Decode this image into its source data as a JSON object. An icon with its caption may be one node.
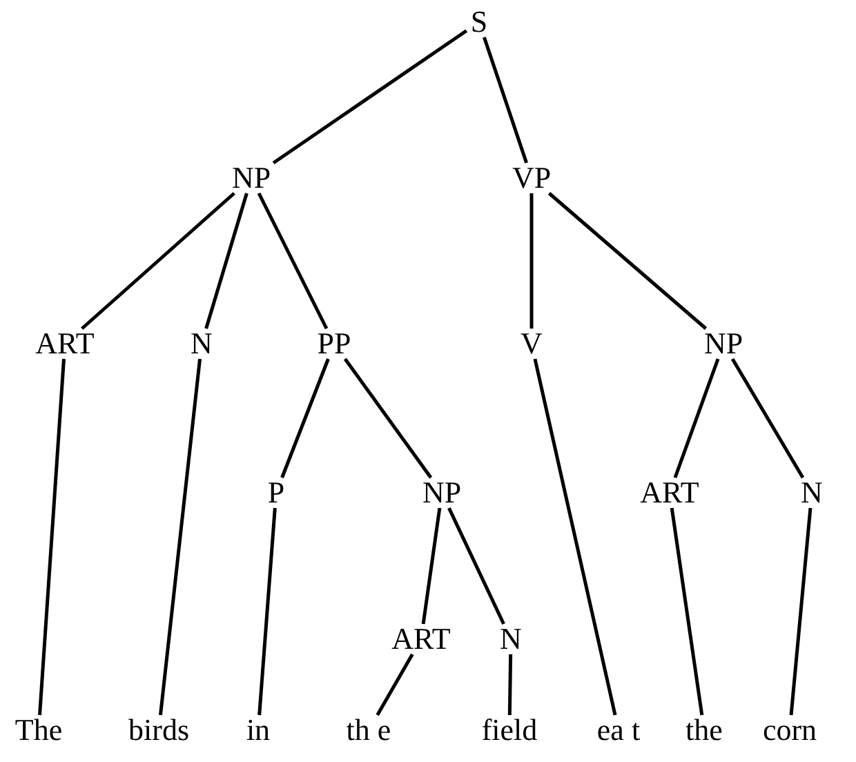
{
  "diagram": {
    "nodes": [
      {
        "text": [
          "S"
        ]
      },
      {
        "text": [
          "NP"
        ]
      },
      {
        "text": [
          "VP"
        ]
      },
      {
        "text": [
          "ART"
        ]
      },
      {
        "text": [
          "N"
        ]
      },
      {
        "text": [
          "PP"
        ]
      },
      {
        "text": [
          "V"
        ]
      },
      {
        "text": [
          "NP"
        ]
      },
      {
        "text": [
          "P"
        ]
      },
      {
        "text": [
          "NP"
        ]
      },
      {
        "text": [
          "ART"
        ]
      },
      {
        "text": [
          "N"
        ]
      },
      {
        "text": [
          "ART"
        ]
      },
      {
        "text": [
          "N"
        ]
      },
      {
        "text": [
          "The"
        ]
      },
      {
        "text": [
          "birds"
        ]
      },
      {
        "text": [
          "in"
        ]
      },
      {
        "text": [
          "th e"
        ]
      },
      {
        "text": [
          "field"
        ]
      },
      {
        "text": [
          "ea t"
        ]
      },
      {
        "text": [
          "the"
        ]
      },
      {
        "text": [
          "corn"
        ]
      }
    ],
    "edges": [
      {
        "from": 0,
        "to": 1,
        "arrow": "none"
      },
      {
        "from": 0,
        "to": 2,
        "arrow": "none"
      },
      {
        "from": 1,
        "to": 3,
        "arrow": "none"
      },
      {
        "from": 1,
        "to": 4,
        "arrow": "none"
      },
      {
        "from": 1,
        "to": 5,
        "arrow": "none"
      },
      {
        "from": 2,
        "to": 6,
        "arrow": "none"
      },
      {
        "from": 2,
        "to": 7,
        "arrow": "none"
      },
      {
        "from": 3,
        "to": 14,
        "arrow": "none"
      },
      {
        "from": 4,
        "to": 15,
        "arrow": "none"
      },
      {
        "from": 5,
        "to": 8,
        "arrow": "none"
      },
      {
        "from": 5,
        "to": 9,
        "arrow": "none"
      },
      {
        "from": 6,
        "to": 19,
        "arrow": "none"
      },
      {
        "from": 7,
        "to": 10,
        "arrow": "none"
      },
      {
        "from": 7,
        "to": 11,
        "arrow": "none"
      },
      {
        "from": 8,
        "to": 16,
        "arrow": "none"
      },
      {
        "from": 9,
        "to": 12,
        "arrow": "none"
      },
      {
        "from": 9,
        "to": 13,
        "arrow": "none"
      },
      {
        "from": 10,
        "to": 20,
        "arrow": "none"
      },
      {
        "from": 11,
        "to": 21,
        "arrow": "none"
      },
      {
        "from": 12,
        "to": 17,
        "arrow": "none"
      },
      {
        "from": 13,
        "to": 18,
        "arrow": "none"
      }
    ]
  }
}
